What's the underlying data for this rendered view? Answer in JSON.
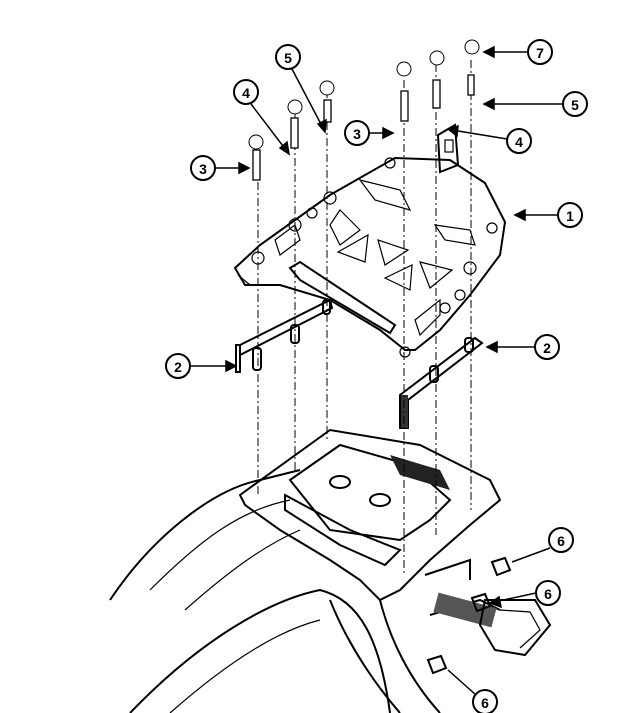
{
  "title": "Top rack exploded assembly diagram",
  "callouts": [
    {
      "id": "7"
    },
    {
      "id": "5"
    },
    {
      "id": "4"
    },
    {
      "id": "3"
    },
    {
      "id": "5"
    },
    {
      "id": "4"
    },
    {
      "id": "3"
    },
    {
      "id": "1"
    },
    {
      "id": "2"
    },
    {
      "id": "2"
    },
    {
      "id": "6"
    },
    {
      "id": "6"
    },
    {
      "id": "6"
    }
  ]
}
